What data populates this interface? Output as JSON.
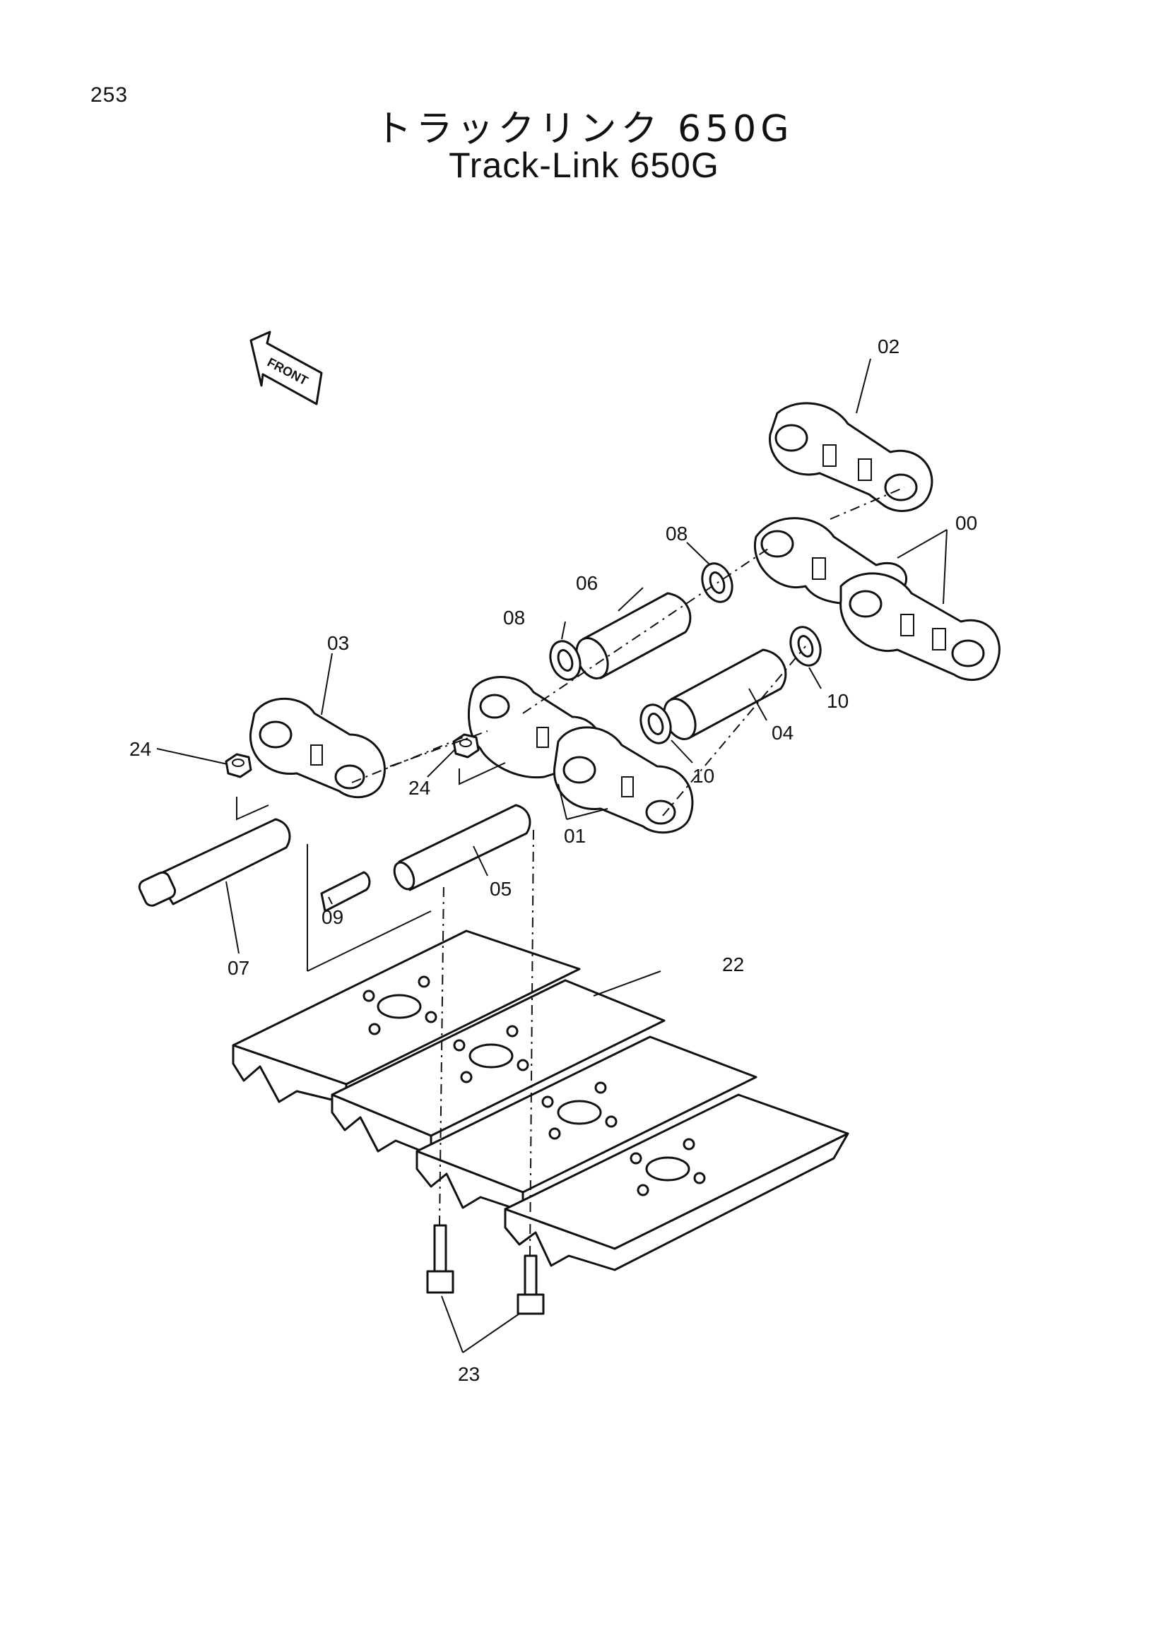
{
  "header": {
    "page_number": "253",
    "title_jp": "トラックリンク 650G",
    "title_en": "Track-Link 650G"
  },
  "diagram": {
    "front_label": "FRONT",
    "callouts": {
      "c00": "00",
      "c01": "01",
      "c02": "02",
      "c03": "03",
      "c04": "04",
      "c05": "05",
      "c06": "06",
      "c07": "07",
      "c08a": "08",
      "c08b": "08",
      "c09": "09",
      "c10a": "10",
      "c10b": "10",
      "c22": "22",
      "c23": "23",
      "c24a": "24",
      "c24b": "24"
    }
  }
}
